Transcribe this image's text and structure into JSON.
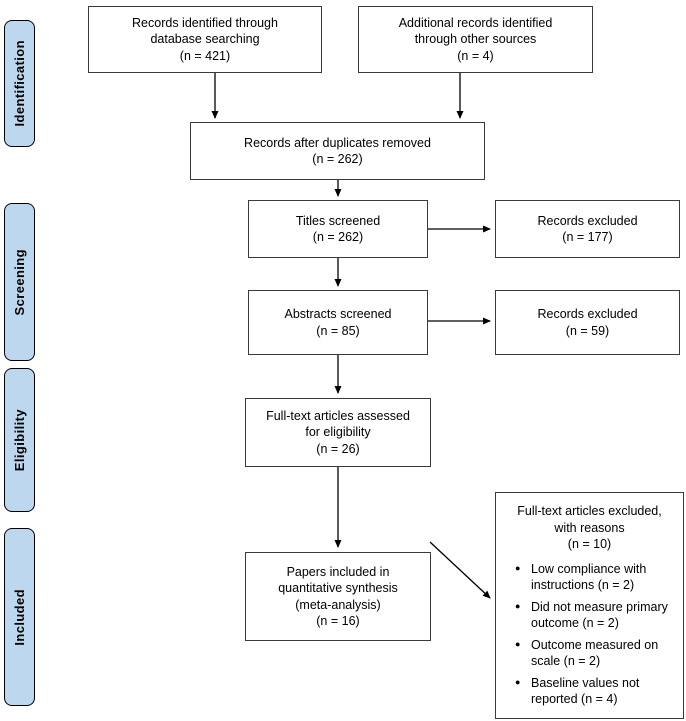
{
  "sidebar": {
    "identification": {
      "label": "Identification"
    },
    "screening": {
      "label": "Screening"
    },
    "eligibility": {
      "label": "Eligibility"
    },
    "included": {
      "label": "Included"
    }
  },
  "boxes": {
    "db_search": {
      "text": "Records identified through\ndatabase searching\n(n = 421)"
    },
    "other_sources": {
      "text": "Additional records identified\nthrough other sources\n(n = 4)"
    },
    "duplicates_removed": {
      "text": "Records after duplicates removed\n(n = 262)"
    },
    "titles_screened": {
      "text": "Titles screened\n(n = 262)"
    },
    "records_excluded_titles": {
      "text": "Records excluded\n(n = 177)"
    },
    "abstracts_screened": {
      "text": "Abstracts screened\n(n = 85)"
    },
    "records_excluded_abstracts": {
      "text": "Records excluded\n(n = 59)"
    },
    "fulltext_assessed": {
      "text": "Full-text articles assessed\nfor eligibility\n(n = 26)"
    },
    "papers_included": {
      "text": "Papers included in\nquantitative synthesis\n(meta-analysis)\n(n = 16)"
    },
    "fulltext_excluded": {
      "title": "Full-text articles excluded,\nwith reasons\n(n = 10)",
      "reasons": [
        "Low compliance with instructions (n = 2)",
        "Did not measure primary outcome (n = 2)",
        "Outcome measured on scale (n = 2)",
        "Baseline values not reported (n = 4)"
      ]
    }
  },
  "colors": {
    "stage_fill": "#bdd7ee",
    "box_border": "#3a3a3a",
    "arrow": "#000000"
  }
}
